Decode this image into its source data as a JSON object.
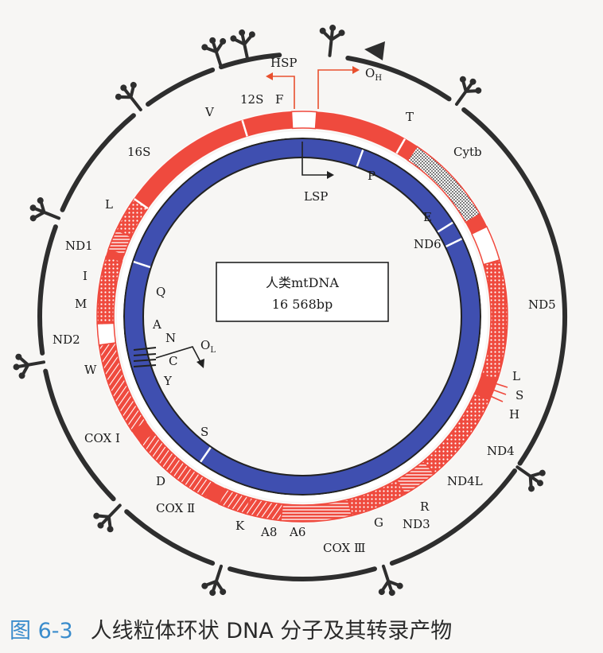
{
  "caption": {
    "figure_number": "图 6-3",
    "text": "人线粒体环状 DNA 分子及其转录产物"
  },
  "center": {
    "line1": "人类mtDNA",
    "line2": "16 568bp"
  },
  "labels": {
    "HSP": "HSP",
    "OH": "O",
    "OH_sub": "H",
    "S12": "12S",
    "F": "F",
    "V": "V",
    "T": "T",
    "Cytb": "Cytb",
    "S16": "16S",
    "L_top": "L",
    "P": "P",
    "LSP": "LSP",
    "E": "E",
    "ND6": "ND6",
    "ND1": "ND1",
    "I": "I",
    "M": "M",
    "Q": "Q",
    "ND5": "ND5",
    "A": "A",
    "N": "N",
    "OL": "O",
    "OL_sub": "L",
    "ND2": "ND2",
    "W": "W",
    "C": "C",
    "Y": "Y",
    "L_right": "L",
    "S_right": "S",
    "H": "H",
    "COXI": "COX Ⅰ",
    "S_inner": "S",
    "ND4": "ND4",
    "D": "D",
    "ND4L": "ND4L",
    "COXII": "COX Ⅱ",
    "R": "R",
    "K": "K",
    "A8": "A8",
    "A6": "A6",
    "G": "G",
    "ND3": "ND3",
    "COXIII": "COX Ⅲ"
  },
  "colors": {
    "heavy_strand": "#ef4a3e",
    "light_strand": "#3f4fb0",
    "transcript": "#2e2e2e",
    "arrow": "#e8502e"
  }
}
